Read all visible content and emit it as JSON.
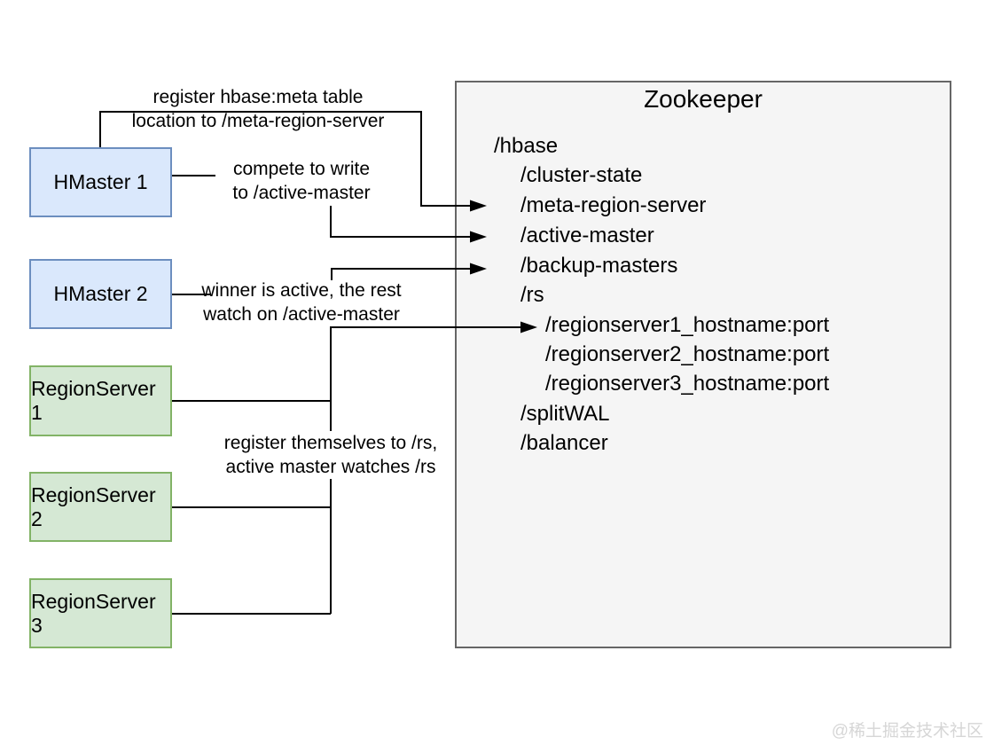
{
  "zookeeper": {
    "title": "Zookeeper",
    "znodes": [
      {
        "label": "/hbase",
        "level": 1
      },
      {
        "label": "/cluster-state",
        "level": 2
      },
      {
        "label": "/meta-region-server",
        "level": 2
      },
      {
        "label": "/active-master",
        "level": 2
      },
      {
        "label": "/backup-masters",
        "level": 2
      },
      {
        "label": "/rs",
        "level": 2
      },
      {
        "label": "/regionserver1_hostname:port",
        "level": 3
      },
      {
        "label": "/regionserver2_hostname:port",
        "level": 3
      },
      {
        "label": "/regionserver3_hostname:port",
        "level": 3
      },
      {
        "label": "/splitWAL",
        "level": 2
      },
      {
        "label": "/balancer",
        "level": 2
      }
    ]
  },
  "nodes": {
    "hmaster1": "HMaster 1",
    "hmaster2": "HMaster 2",
    "regionserver1": "RegionServer 1",
    "regionserver2": "RegionServer 2",
    "regionserver3": "RegionServer 3"
  },
  "annotations": {
    "register_meta": {
      "line1": "register hbase:meta table",
      "line2": "location to /meta-region-server"
    },
    "compete": {
      "line1": "compete to write",
      "line2": "to /active-master"
    },
    "winner": {
      "line1": "winner is active, the rest",
      "line2": "watch on /active-master"
    },
    "register_rs": {
      "line1": "register themselves to /rs,",
      "line2": "active master watches /rs"
    }
  },
  "watermark": "@稀土掘金技术社区",
  "colors": {
    "hmaster_fill": "#dae8fc",
    "hmaster_border": "#6c8ebf",
    "regionserver_fill": "#d5e8d4",
    "regionserver_border": "#82b366",
    "panel_fill": "#f5f5f5",
    "panel_border": "#666666",
    "connector": "#000000",
    "watermark_text": "#d6d6d6"
  }
}
